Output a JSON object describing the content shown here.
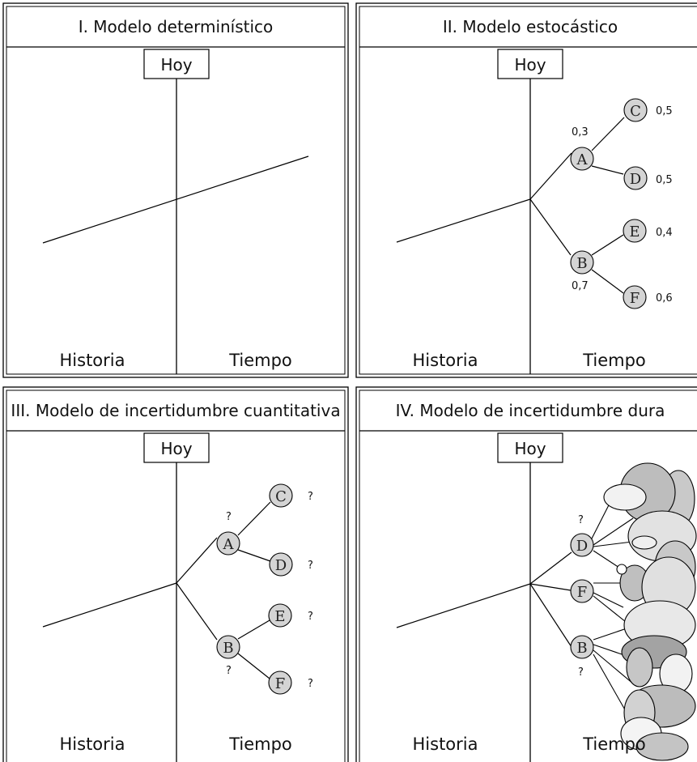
{
  "hoy": "Hoy",
  "history_label": "Historia",
  "time_label": "Tiempo",
  "panels": [
    {
      "title": "I. Modelo determinístico"
    },
    {
      "title": "II. Modelo estocástico",
      "nodes": [
        "A",
        "B",
        "C",
        "D",
        "E",
        "F"
      ],
      "probabilities": {
        "A": "0,3",
        "B": "0,7",
        "C": "0,5",
        "D": "0,5",
        "E": "0,4",
        "F": "0,6"
      }
    },
    {
      "title": "III. Modelo de incertidumbre cuantitativa",
      "nodes": [
        "A",
        "B",
        "C",
        "D",
        "E",
        "F"
      ],
      "probabilities": {
        "A": "?",
        "B": "?",
        "C": "?",
        "D": "?",
        "E": "?",
        "F": "?"
      }
    },
    {
      "title": "IV. Modelo de incertidumbre dura",
      "nodes": [
        "D",
        "F",
        "B"
      ],
      "probabilities": {
        "D": "?",
        "B": "?"
      }
    }
  ]
}
